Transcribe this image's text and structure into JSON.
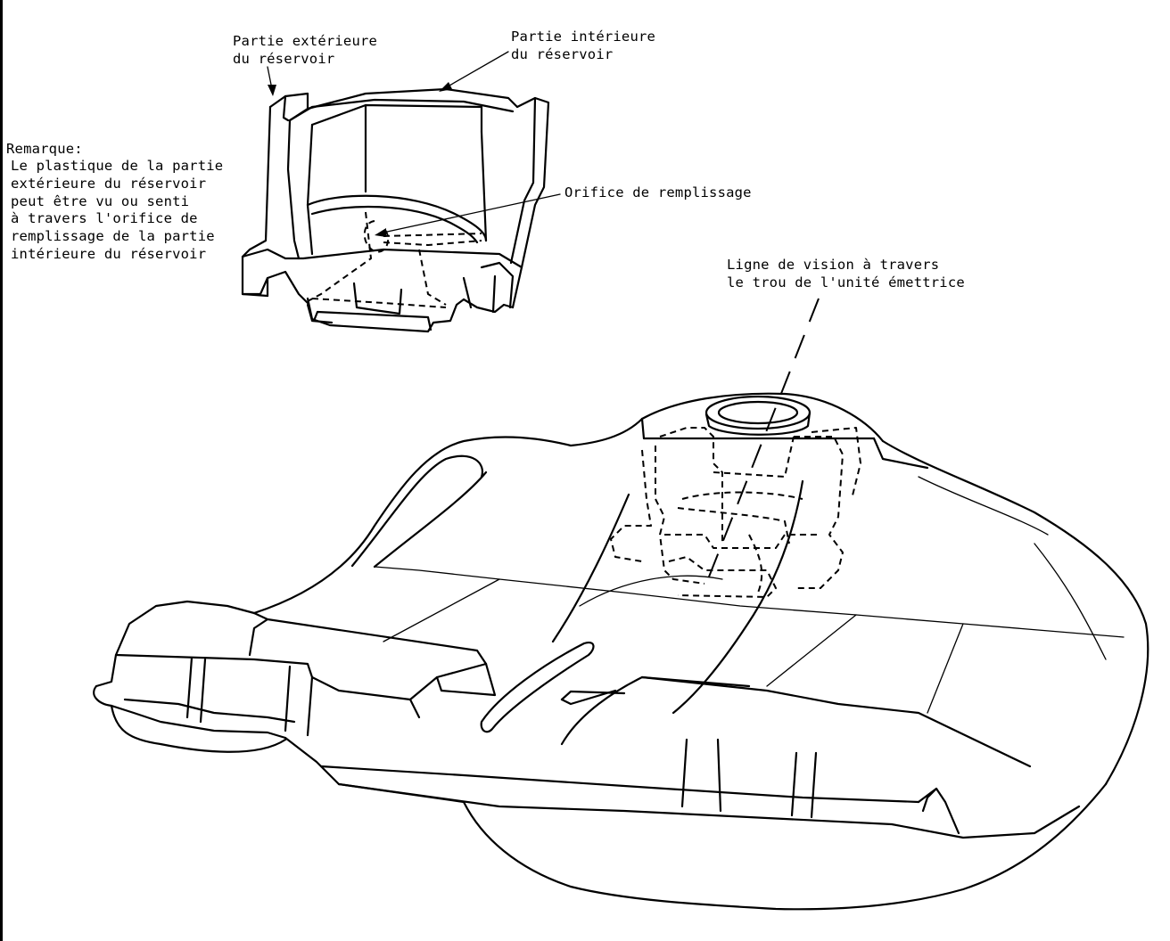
{
  "labels": {
    "outer_part": "Partie extérieure\ndu réservoir",
    "inner_part": "Partie intérieure\ndu réservoir",
    "fill_opening": "Orifice de remplissage",
    "line_of_sight": "Ligne de vision à travers\nle trou de l'unité émettrice"
  },
  "note": {
    "title": "Remarque:",
    "body": "Le plastique de la partie\nextérieure du réservoir\npeut être vu ou senti\nà travers l'orifice de\nremplissage de la partie\nintérieure du réservoir"
  },
  "icons": {
    "reservoir_detail": "fuel-reservoir-cutaway-drawing",
    "fuel_tank": "fuel-tank-drawing"
  },
  "colors": {
    "ink": "#000000",
    "paper": "#ffffff"
  }
}
